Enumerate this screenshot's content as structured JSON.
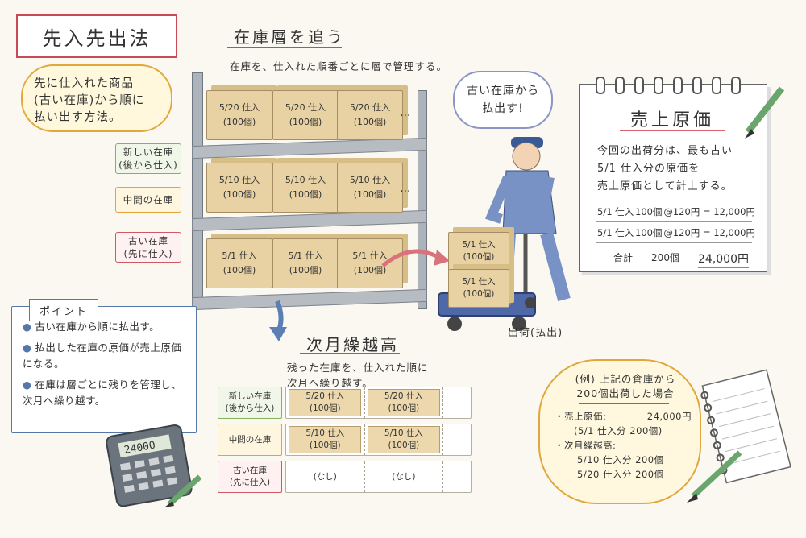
{
  "title": "先入先出法",
  "intro": [
    "先に仕入れた商品",
    "(古い在庫)から順に",
    "払い出す方法。"
  ],
  "shelf_tags": {
    "new": [
      "新しい在庫",
      "(後から仕入)"
    ],
    "mid": [
      "中間の在庫"
    ],
    "old": [
      "古い在庫",
      "(先に仕入)"
    ]
  },
  "layers_heading": "在庫層を追う",
  "layers_subtext": "在庫を、仕入れた順番ごとに層で管理する。",
  "shelf_boxes": {
    "top": [
      "5/20 仕入",
      "(100個)"
    ],
    "middle": [
      "5/10 仕入",
      "(100個)"
    ],
    "bottom": [
      "5/1 仕入",
      "(100個)"
    ]
  },
  "ellipsis": "...",
  "speech_bubble": [
    "古い在庫から",
    "払出す!"
  ],
  "cart_boxes": [
    "5/1 仕入",
    "(100個)"
  ],
  "shipment_label": "出荷(払出)",
  "memo": {
    "title": "売上原価",
    "text": [
      "今回の出荷分は、最も古い",
      "5/1 仕入分の原価を",
      "売上原価として計上する。"
    ],
    "rows": [
      {
        "left": "5/1 仕入",
        "middle": "100個",
        "right": "@120円 = 12,000円"
      },
      {
        "left": "5/1 仕入",
        "middle": "100個",
        "right": "@120円 = 12,000円"
      }
    ],
    "total_label": "合計",
    "total_qty": "200個",
    "total_amount": "24,000円"
  },
  "points": {
    "heading": "ポイント",
    "items": [
      "古い在庫から順に払出す。",
      "払出した在庫の原価が売上原価になる。",
      "在庫は層ごとに残りを管理し、次月へ繰り越す。"
    ]
  },
  "calculator_display": "24000",
  "carryover": {
    "heading": "次月繰越高",
    "subtext": [
      "残った在庫を、仕入れた順に",
      "次月へ繰り越す。"
    ],
    "rows": [
      {
        "label": [
          "新しい在庫",
          "(後から仕入)"
        ],
        "cells": [
          [
            "5/20 仕入",
            "(100個)"
          ],
          [
            "5/20 仕入",
            "(100個)"
          ]
        ]
      },
      {
        "label": [
          "中間の在庫"
        ],
        "cells": [
          [
            "5/10 仕入",
            "(100個)"
          ],
          [
            "5/10 仕入",
            "(100個)"
          ]
        ]
      },
      {
        "label": [
          "古い在庫",
          "(先に仕入)"
        ],
        "cells": [
          [
            "(なし)"
          ],
          [
            "(なし)"
          ]
        ]
      }
    ]
  },
  "example": {
    "title": [
      "(例)  上記の倉庫から",
      "200個出荷した場合"
    ],
    "cogs_label": "・売上原価:",
    "cogs_value": "24,000円",
    "cogs_detail": "(5/1 仕入分 200個)",
    "carry_label": "・次月繰越高:",
    "carry_items": [
      "5/10 仕入分  200個",
      "5/20 仕入分  200個"
    ]
  },
  "colors": {
    "red": "#c94a55",
    "orange": "#e0a83c",
    "green": "#84b35b",
    "blue": "#5578a8"
  }
}
